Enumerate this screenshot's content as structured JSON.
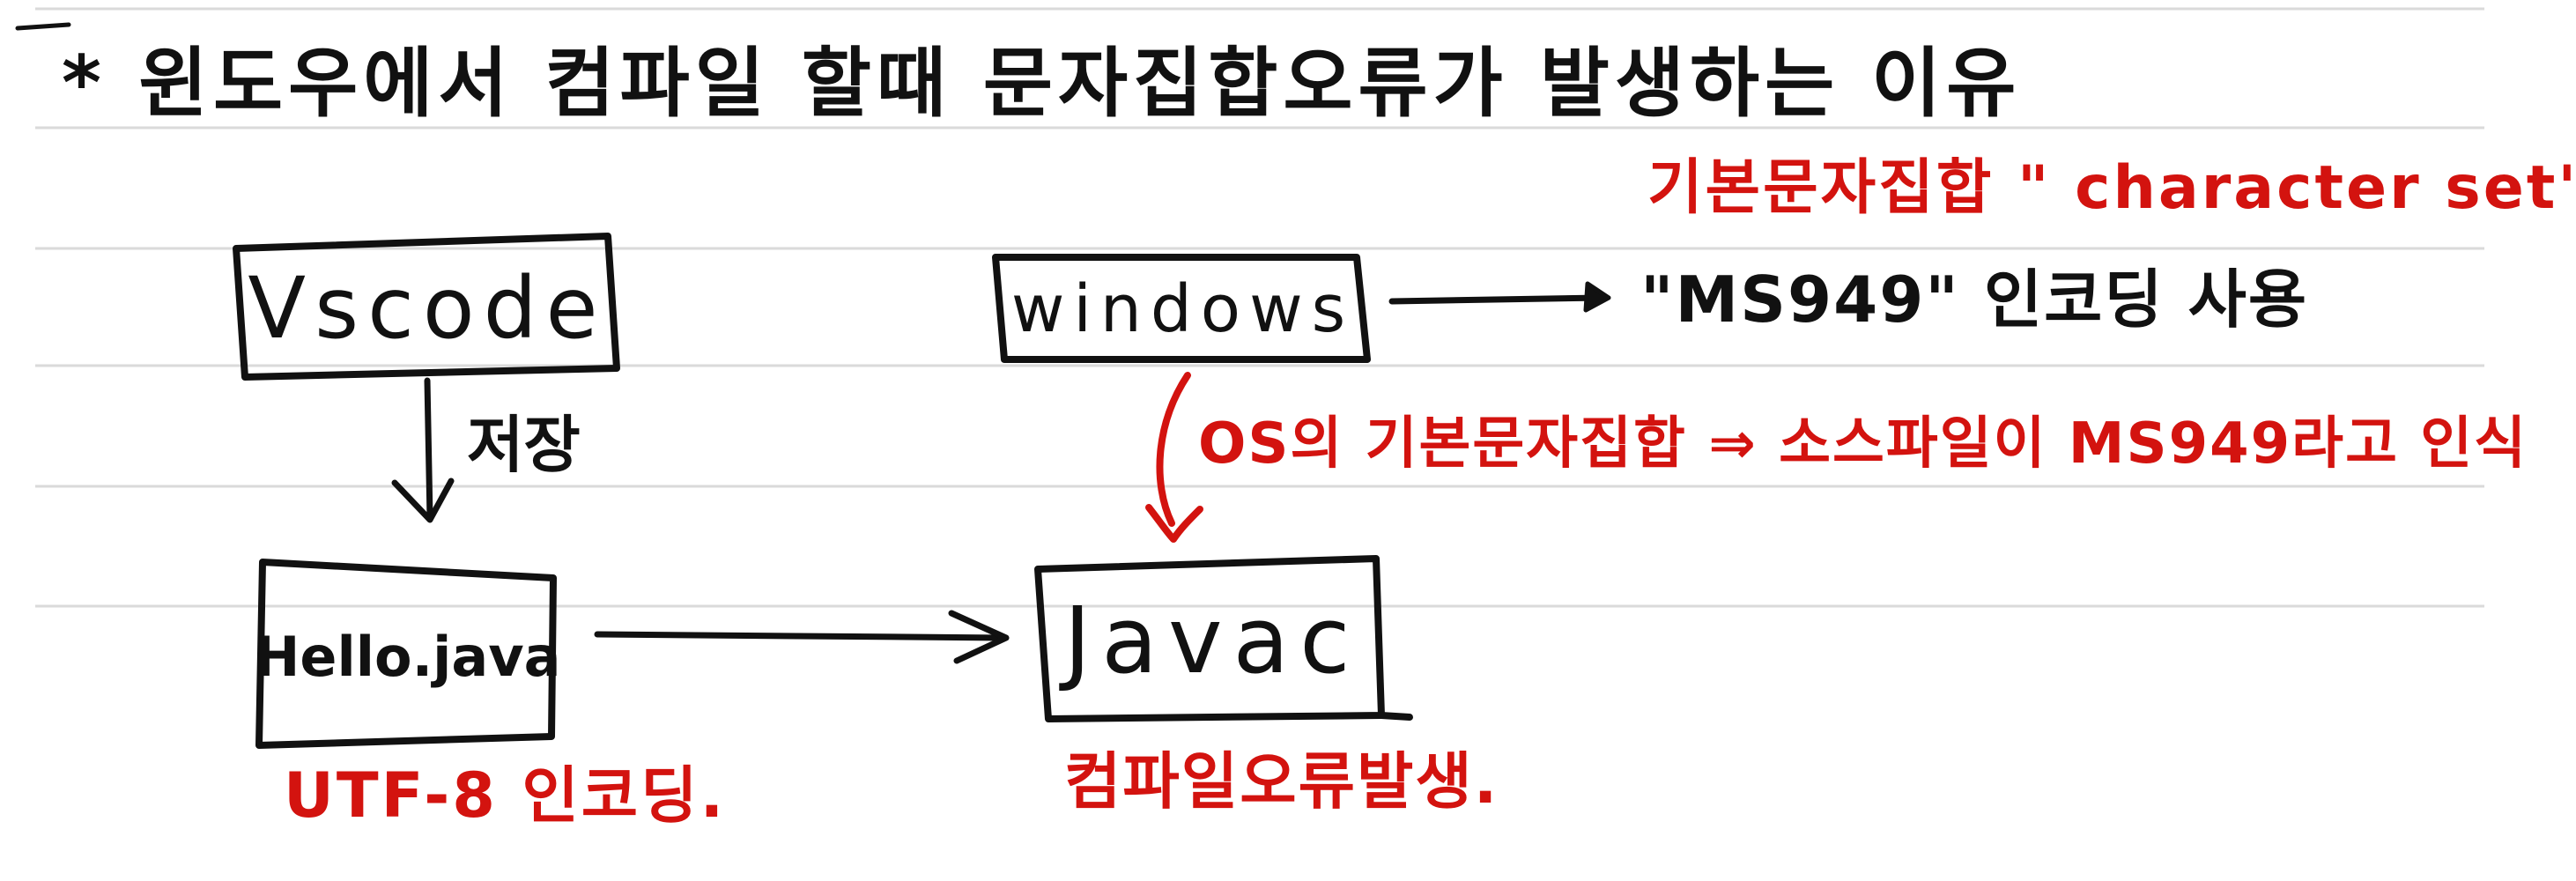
{
  "title": "* 윈도우에서 컴파일 할때 문자집합오류가 발생하는 이유",
  "nodes": {
    "vscode": "Vscode",
    "windows": "windows",
    "hello_java": "Hello.java",
    "javac": "Javac"
  },
  "edges": {
    "save_label": "저장",
    "windows_note": "\"MS949\" 인코딩 사용",
    "os_note": "OS의 기본문자집합 ⇒ 소스파일이 MS949라고 인식"
  },
  "annotations": {
    "charset_header": "기본문자집합 \" character set\"",
    "utf8_note": "UTF-8 인코딩.",
    "compile_error_note": "컴파일오류발생."
  },
  "colors": {
    "ink": "#111111",
    "accent_red": "#d3130f",
    "ruled_line": "#d9d9d9"
  }
}
